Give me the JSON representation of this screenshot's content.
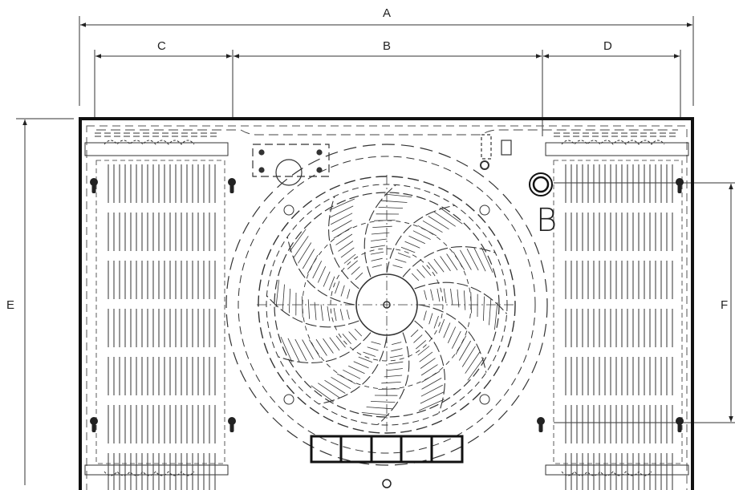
{
  "drawing": {
    "dimensions": {
      "a": "A",
      "b": "B",
      "c": "C",
      "d": "D",
      "e": "E",
      "f": "F"
    },
    "detail_marker": "B"
  }
}
